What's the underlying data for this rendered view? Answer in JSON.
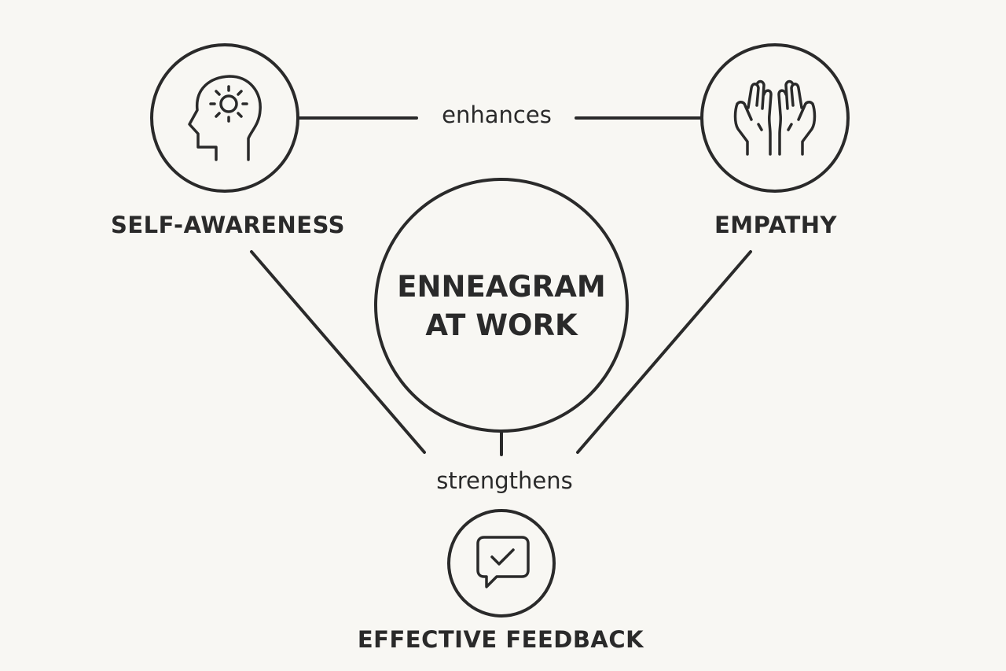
{
  "center": {
    "line1": "ENNEAGRAM",
    "line2": "AT WORK"
  },
  "nodes": {
    "self_awareness": {
      "label": "SELF-AWARENESS",
      "icon": "head-with-sun-icon"
    },
    "empathy": {
      "label": "EMPATHY",
      "icon": "open-hands-icon"
    },
    "feedback": {
      "label": "EFFECTIVE FEEDBACK",
      "icon": "speech-bubble-check-icon"
    }
  },
  "relations": {
    "enhances": "enhances",
    "strengthens": "strengthens"
  },
  "colors": {
    "stroke": "#2a2a2a",
    "background": "#f8f7f3"
  }
}
